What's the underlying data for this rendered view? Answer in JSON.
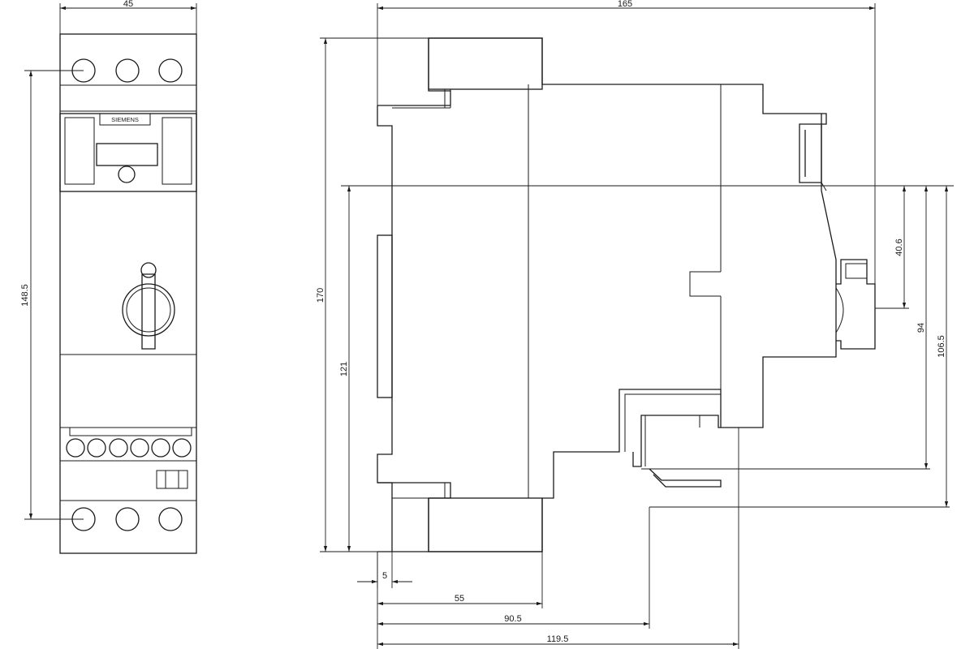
{
  "brand": "SIEMENS",
  "front_view": {
    "width_label": "45",
    "height_label": "148.5"
  },
  "side_view": {
    "overall_width_label": "165",
    "overall_height_label": "170",
    "rail_height_label": "121",
    "offset_label": "5",
    "depth_55_label": "55",
    "depth_90_5_label": "90.5",
    "depth_119_5_label": "119.5",
    "knob_height_label": "40.6",
    "height_94_label": "94",
    "height_106_5_label": "106.5"
  }
}
